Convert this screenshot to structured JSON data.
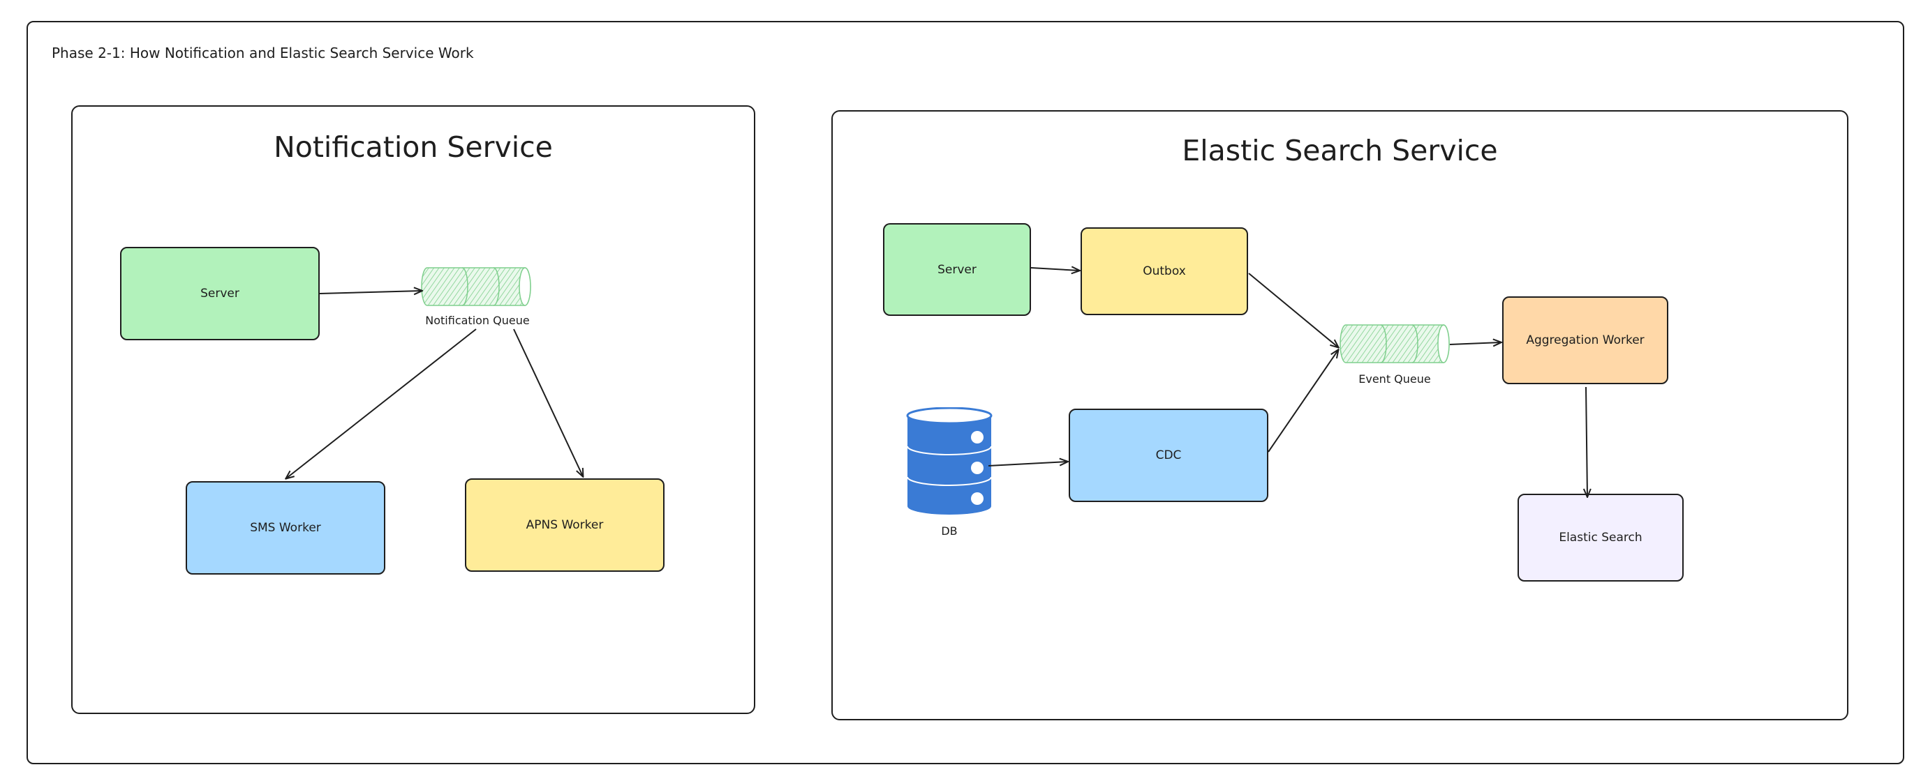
{
  "diagram": {
    "title": "Phase 2-1: How Notification and Elastic Search Service Work"
  },
  "notification_panel": {
    "title": "Notification Service",
    "server_label": "Server",
    "queue_label": "Notification Queue",
    "sms_worker_label": "SMS Worker",
    "apns_worker_label": "APNS Worker"
  },
  "elastic_panel": {
    "title": "Elastic Search Service",
    "server_label": "Server",
    "outbox_label": "Outbox",
    "db_label": "DB",
    "cdc_label": "CDC",
    "queue_label": "Event Queue",
    "aggregation_worker_label": "Aggregation Worker",
    "elastic_search_label": "Elastic Search"
  },
  "colors": {
    "server": "#b2f2bb",
    "outbox": "#ffec99",
    "cdc": "#a5d8ff",
    "aggregation_worker": "#ffd8a8",
    "elastic_search": "#f3f0ff",
    "database": "#3a7bd5",
    "queue": "#b2f2bb"
  },
  "icons": {
    "queue": "queue-cylinder-icon",
    "database": "database-cylinder-icon"
  }
}
